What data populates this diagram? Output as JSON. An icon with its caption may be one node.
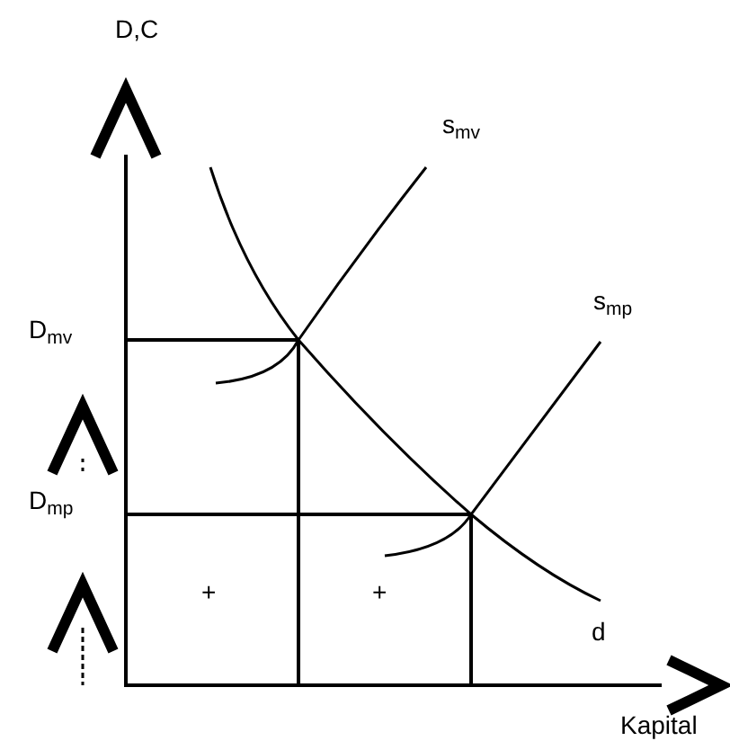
{
  "diagram": {
    "labels": [
      "D,C",
      "s$_{mv}$",
      "s$_{mp}$",
      "D$_{mv}$",
      "D$_{mp}$",
      "+",
      "+",
      "d",
      "Kapital"
    ]
  }
}
